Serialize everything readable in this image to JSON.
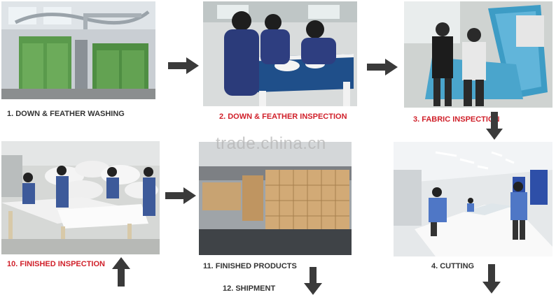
{
  "colors": {
    "label_dark": "#333333",
    "label_red": "#d0202a",
    "arrow": "#3a3a3a"
  },
  "watermark": "trade.china.cn",
  "steps": [
    {
      "id": "washing",
      "label": "1. DOWN & FEATHER WASHING",
      "color": "label_dark"
    },
    {
      "id": "down-inspection",
      "label": "2. DOWN & FEATHER INSPECTION",
      "color": "label_red"
    },
    {
      "id": "fabric-inspection",
      "label": "3. FABRIC INSPECTION",
      "color": "label_red"
    },
    {
      "id": "cutting",
      "label": "4. CUTTING",
      "color": "label_dark"
    },
    {
      "id": "finished-products",
      "label": "11. FINISHED PRODUCTS",
      "color": "label_dark"
    },
    {
      "id": "shipment",
      "label": "12. SHIPMENT",
      "color": "label_dark"
    },
    {
      "id": "finished-inspection",
      "label": "10. FINISHED INSPECTION",
      "color": "label_red"
    }
  ],
  "arrows": [
    {
      "from": "washing",
      "to": "down-inspection",
      "direction": "right"
    },
    {
      "from": "down-inspection",
      "to": "fabric-inspection",
      "direction": "right"
    },
    {
      "from": "fabric-inspection",
      "to": "cutting",
      "direction": "down"
    },
    {
      "from": "cutting",
      "to": "next",
      "direction": "down"
    },
    {
      "from": "finished-inspection",
      "to": "finished-products",
      "direction": "right"
    },
    {
      "from": "previous",
      "to": "finished-inspection",
      "direction": "up"
    },
    {
      "from": "finished-products",
      "to": "shipment",
      "direction": "down"
    }
  ]
}
